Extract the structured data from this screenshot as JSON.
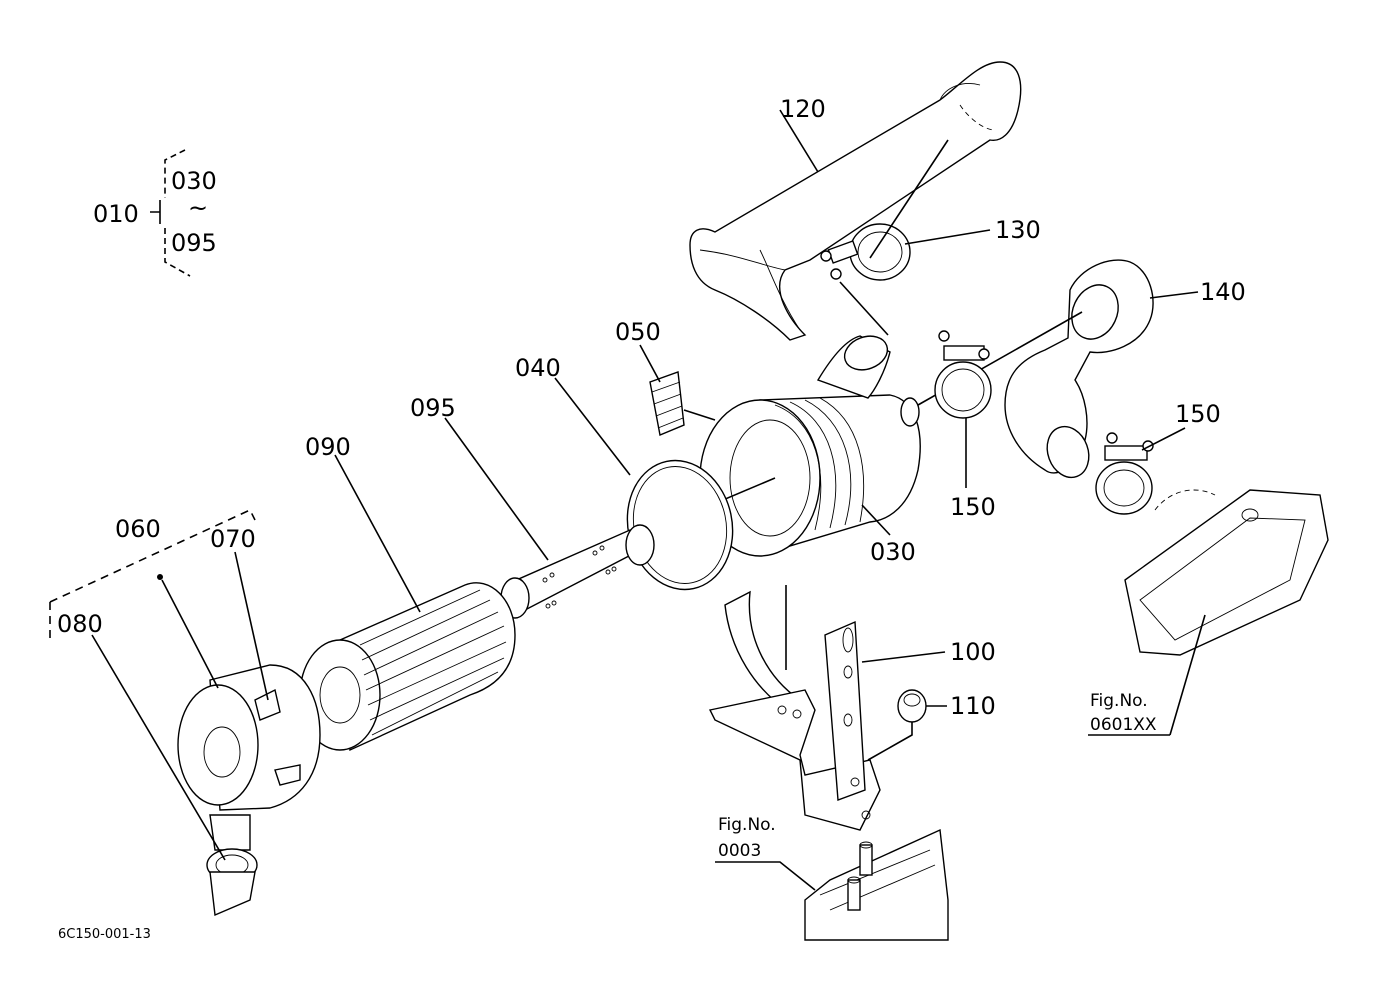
{
  "labels": {
    "p010": "010",
    "p030a": "030",
    "tilde": "~",
    "p095a": "095",
    "p120": "120",
    "p130": "130",
    "p140": "140",
    "p150a": "150",
    "p150b": "150",
    "p050": "050",
    "p040": "040",
    "p095": "095",
    "p090": "090",
    "p030": "030",
    "p060": "060",
    "p070": "070",
    "p080": "080",
    "p100": "100",
    "p110": "110"
  },
  "fig_refs": {
    "right_title": "Fig.No.",
    "right_num": "0601XX",
    "bottom_title": "Fig.No.",
    "bottom_num": "0003"
  },
  "drawing_code": "6C150-001-13"
}
